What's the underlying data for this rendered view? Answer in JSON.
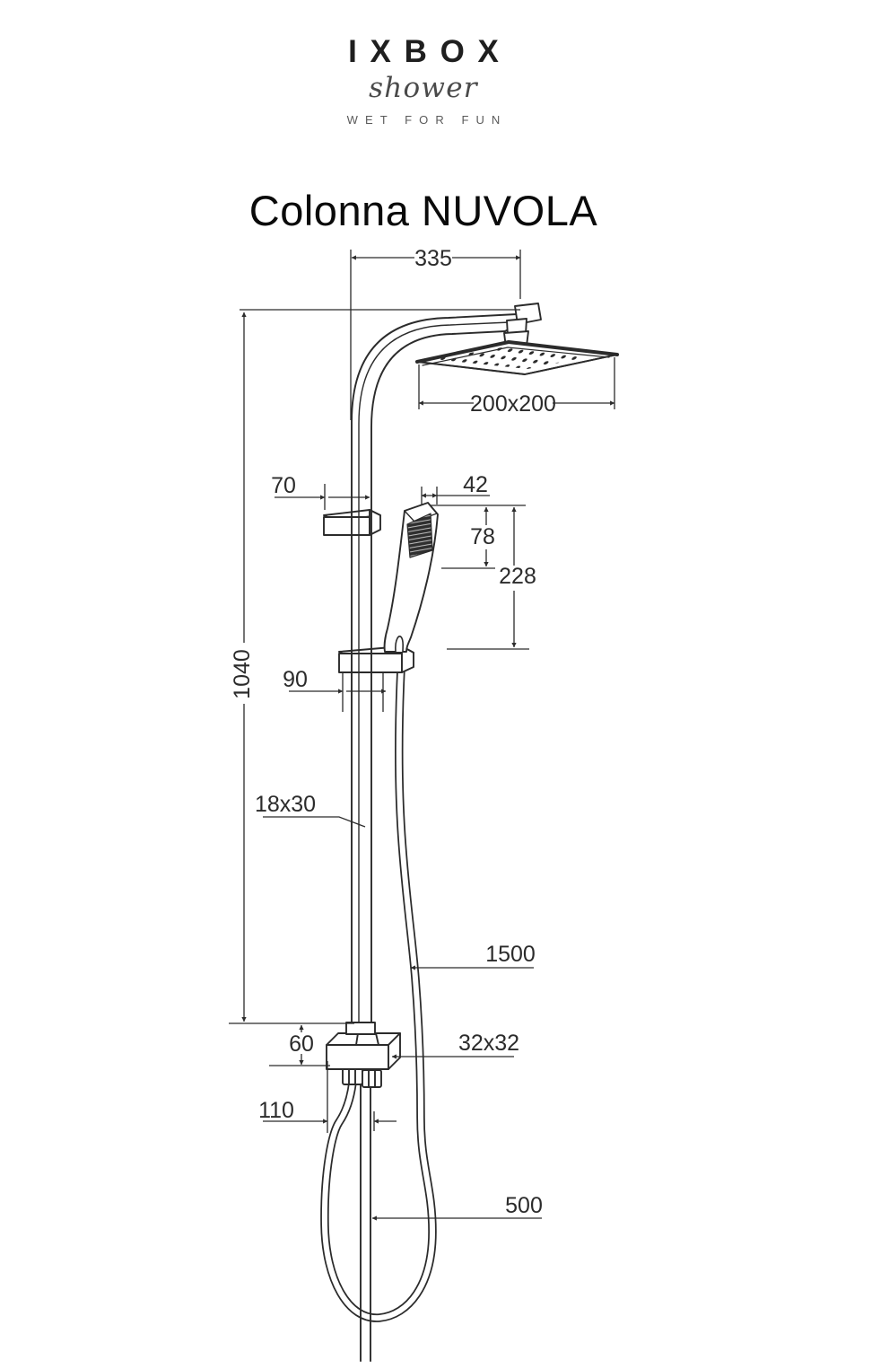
{
  "brand": {
    "name": "IXBOX",
    "script": "shower",
    "tagline": "WET FOR FUN"
  },
  "title": "Colonna NUVOLA",
  "drawing": {
    "line_color": "#2b2b2b",
    "background": "#ffffff",
    "dims": {
      "arm_projection": "335",
      "head_size": "200x200",
      "bracket_width": "70",
      "handle_width": "42",
      "handle_head": "78",
      "handle_length": "228",
      "column_height": "1040",
      "slider_width": "90",
      "rail_profile": "18x30",
      "hose_length": "1500",
      "block_height": "60",
      "block_size": "32x32",
      "outlet_spacing": "110",
      "lower_pipe": "500"
    }
  }
}
